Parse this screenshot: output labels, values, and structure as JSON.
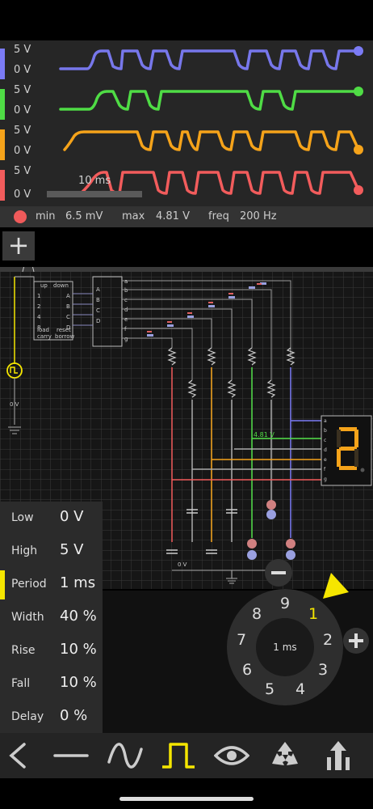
{
  "scope": {
    "channels": [
      {
        "high": "5 V",
        "low": "0 V",
        "color": "#7b7bf5"
      },
      {
        "high": "5 V",
        "low": "0 V",
        "color": "#4fdc45"
      },
      {
        "high": "5 V",
        "low": "0 V",
        "color": "#f5a31a"
      },
      {
        "high": "5 V",
        "low": "0 V",
        "color": "#f25c5c"
      }
    ],
    "timescale": "10 ms",
    "readout": {
      "min_label": "min",
      "min_value": "6.5 mV",
      "max_label": "max",
      "max_value": "4.81 V",
      "freq_label": "freq",
      "freq_value": "200 Hz"
    },
    "add_label": "+"
  },
  "circuit": {
    "counter_labels": [
      "up",
      "down",
      "1",
      "2",
      "4",
      "8",
      "A",
      "B",
      "C",
      "D",
      "load",
      "reset",
      "carry",
      "borrow"
    ],
    "decoder_in": [
      "A",
      "B",
      "C",
      "D"
    ],
    "decoder_out": [
      "a",
      "b",
      "c",
      "d",
      "e",
      "f",
      "g"
    ],
    "display_pins": [
      "a",
      "b",
      "c",
      "d",
      "e",
      "f",
      "g"
    ],
    "ground_label_left": "0 V",
    "ground_label_bottom": "0 V",
    "probe_label": "4.81 V"
  },
  "params": {
    "rows": [
      {
        "name": "Low",
        "value": "0 V"
      },
      {
        "name": "High",
        "value": "5 V"
      },
      {
        "name": "Period",
        "value": "1 ms"
      },
      {
        "name": "Width",
        "value": "40 %"
      },
      {
        "name": "Rise",
        "value": "10 %"
      },
      {
        "name": "Fall",
        "value": "10 %"
      },
      {
        "name": "Delay",
        "value": "0 %"
      }
    ]
  },
  "dial": {
    "center": "1 ms",
    "digits": [
      "9",
      "1",
      "2",
      "3",
      "4",
      "5",
      "6",
      "7",
      "8"
    ],
    "minus": "−",
    "plus": "+",
    "selected_digit": "1"
  },
  "toolbar": {
    "icons": [
      "back-icon",
      "wire-icon",
      "sine-icon",
      "pulse-icon",
      "eye-icon",
      "recycle-icon",
      "upload-icon"
    ]
  },
  "colors": {
    "accent": "#f5e600",
    "blue": "#7b7bf5",
    "green": "#4fdc45",
    "orange": "#f5a31a",
    "red": "#f25c5c"
  }
}
